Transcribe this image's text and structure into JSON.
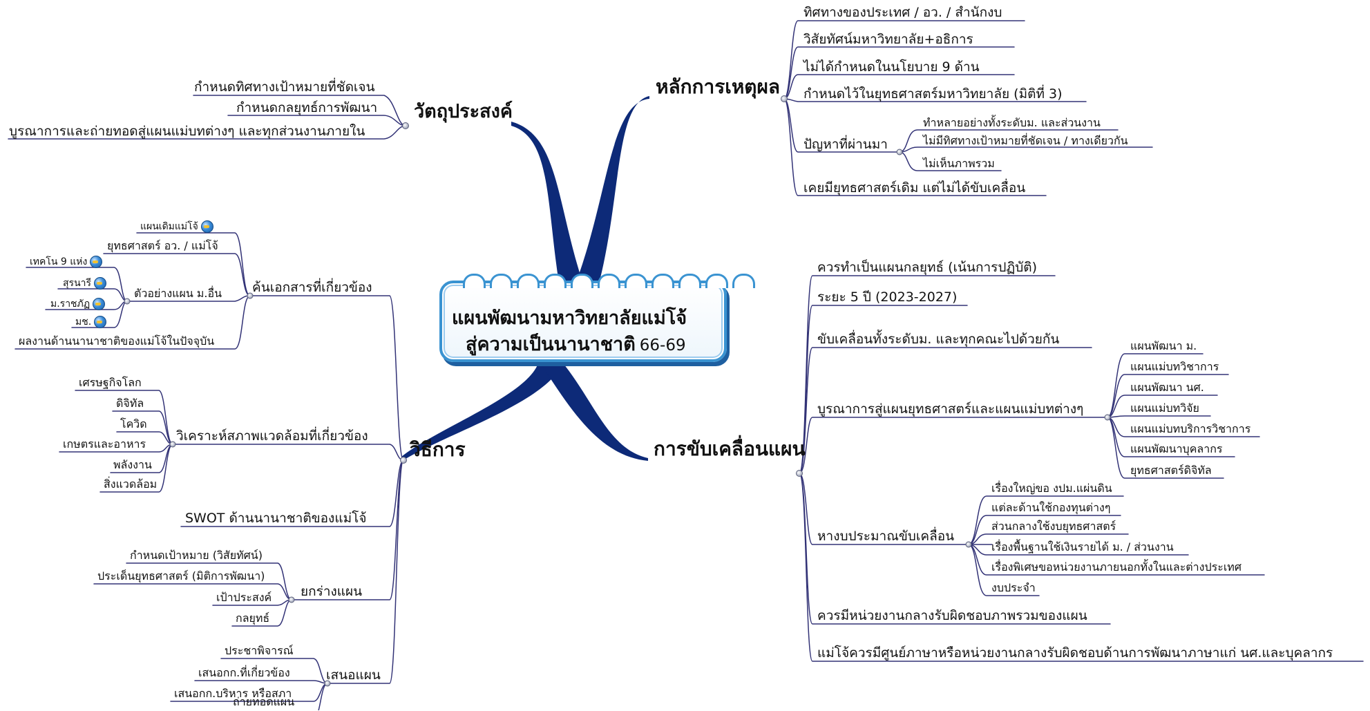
{
  "central": {
    "line1": "แผนพัฒนามหาวิทยาลัยแม่โจ้",
    "line2": "สู่ความเป็นนานาชาติ",
    "years": "66-69"
  },
  "objectives": {
    "title": "วัตถุประสงค์",
    "items": [
      "กำหนดทิศทางเป้าหมายที่ชัดเจน",
      "กำหนดกลยุทธ์การพัฒนา",
      "บูรณาการและถ่ายทอดสู่แผนแม่บทต่างๆ และทุกส่วนงานภายใน"
    ]
  },
  "rationale": {
    "title": "หลักการเหตุผล",
    "items": [
      "ทิศทางของประเทศ / อว. / สำนักงบ",
      "วิสัยทัศน์มหาวิทยาลัย+อธิการ",
      "ไม่ได้กำหนดในนโยบาย 9 ด้าน",
      "กำหนดไว้ในยุทธศาสตร์มหาวิทยาลัย (มิติที่ 3)"
    ],
    "problems": {
      "label": "ปัญหาที่ผ่านมา",
      "items": [
        "ทำหลายอย่างทั้งระดับม. และส่วนงาน",
        "ไม่มีทิศทางเป้าหมายที่ชัดเจน / ทางเดียวกัน",
        "ไม่เห็นภาพรวม"
      ]
    },
    "last": "เคยมียุทธศาสตร์เดิม แต่ไม่ได้ขับเคลื่อน"
  },
  "methods": {
    "title": "วิธีการ",
    "documents": {
      "label": "ค้นเอกสารที่เกี่ยวข้อง",
      "plan": "แผนเดิมแม่โจ้",
      "strategy": "ยุทธศาสตร์ อว. / แม่โจ้",
      "examples": {
        "label": "ตัวอย่างแผน ม.อื่น",
        "items": [
          "เทคโน 9 แห่ง",
          "สุรนารี",
          "ม.ราชภัฏ",
          "มช."
        ]
      },
      "work": "ผลงานด้านนานาชาติของแม่โจ้ในปัจจุบัน"
    },
    "environment": {
      "label": "วิเคราะห์สภาพแวดล้อมที่เกี่ยวข้อง",
      "items": [
        "เศรษฐกิจโลก",
        "ดิจิทัล",
        "โควิด",
        "เกษตรและอาหาร",
        "พลังงาน",
        "สิ่งแวดล้อม"
      ]
    },
    "swot": "SWOT ด้านนานาชาติของแม่โจ้",
    "draft": {
      "label": "ยกร่างแผน",
      "items": [
        "กำหนดเป้าหมาย (วิสัยทัศน์)",
        "ประเด็นยุทธศาสตร์ (มิติการพัฒนา)",
        "เป้าประสงค์",
        "กลยุทธ์"
      ]
    },
    "propose": {
      "label": "เสนอแผน",
      "items": [
        "ประชาพิจารณ์",
        "เสนอกก.ที่เกี่ยวข้อง",
        "เสนอกก.บริหาร หรือสภา",
        "ถ่ายทอดแผน"
      ]
    }
  },
  "implementation": {
    "title": "การขับเคลื่อนแผน",
    "items": [
      "ควรทำเป็นแผนกลยุทธ์ (เน้นการปฏิบัติ)",
      "ระยะ 5 ปี (2023-2027)",
      "ขับเคลื่อนทั้งระดับม. และทุกคณะไปด้วยกัน"
    ],
    "integration": {
      "label": "บูรณาการสู่แผนยุทธศาสตร์และแผนแม่บทต่างๆ",
      "items": [
        "แผนพัฒนา ม.",
        "แผนแม่บทวิชาการ",
        "แผนพัฒนา นศ.",
        "แผนแม่บทวิจัย",
        "แผนแม่บทบริการวิชาการ",
        "แผนพัฒนาบุคลากร",
        "ยุทธศาสตร์ดิจิทัล"
      ]
    },
    "budget": {
      "label": "หางบประมาณขับเคลื่อน",
      "items": [
        "เรื่องใหญ่ขอ งปม.แผ่นดิน",
        "แต่ละด้านใช้กองทุนต่างๆ",
        "ส่วนกลางใช้งบยุทธศาสตร์",
        "เรื่องพื้นฐานใช้เงินรายได้ ม. / ส่วนงาน",
        "เรื่องพิเศษขอหน่วยงานภายนอกทั้งในและต่างประเทศ",
        "งบประจำ"
      ]
    },
    "central_unit": "ควรมีหน่วยงานกลางรับผิดชอบภาพรวมของแผน",
    "language": "แม่โจ้ควรมีศูนย์ภาษาหรือหน่วยงานกลางรับผิดชอบด้านการพัฒนาภาษาแก่ นศ.และบุคลากร"
  },
  "colors": {
    "main_branch": "#0d2a78",
    "line": "#323276",
    "node_border": "#3a93d1",
    "shadow": "#1e5fa0"
  }
}
